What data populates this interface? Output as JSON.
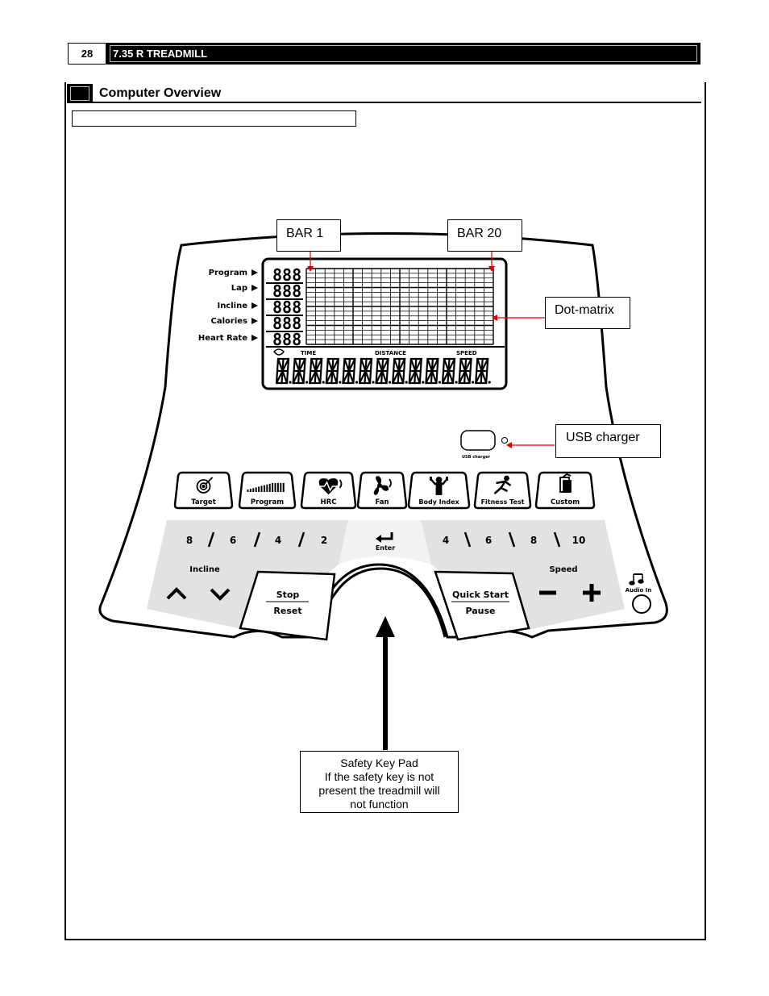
{
  "header": {
    "page_number": "28",
    "title": "7.35 R TREADMILL"
  },
  "section": {
    "title": "Computer Overview"
  },
  "callouts": {
    "bar1": "BAR 1",
    "bar20": "BAR 20",
    "dot_matrix": "Dot-matrix",
    "usb_charger": "USB charger",
    "safety_lines": [
      "Safety Key Pad",
      "If the safety key is not",
      "present the treadmill will",
      "not function"
    ]
  },
  "console": {
    "left_labels": [
      "Program",
      "Lap",
      "Incline",
      "Calories",
      "Heart Rate"
    ],
    "seg_value": "888",
    "bottom_labels": {
      "time": "TIME",
      "distance": "DISTANCE",
      "speed": "SPEED"
    },
    "usb_label": "USB charger",
    "program_keys": [
      "Target",
      "Program",
      "HRC",
      "Fan",
      "Body Index",
      "Fitness Test",
      "Custom"
    ],
    "incline_presets": [
      "8",
      "6",
      "4",
      "2"
    ],
    "speed_presets": [
      "4",
      "6",
      "8",
      "10"
    ],
    "enter_label": "Enter",
    "incline_label": "Incline",
    "speed_label": "Speed",
    "stop_label": "Stop",
    "reset_label": "Reset",
    "quick_start_label": "Quick Start",
    "pause_label": "Pause",
    "audio_label": "Audio In"
  }
}
